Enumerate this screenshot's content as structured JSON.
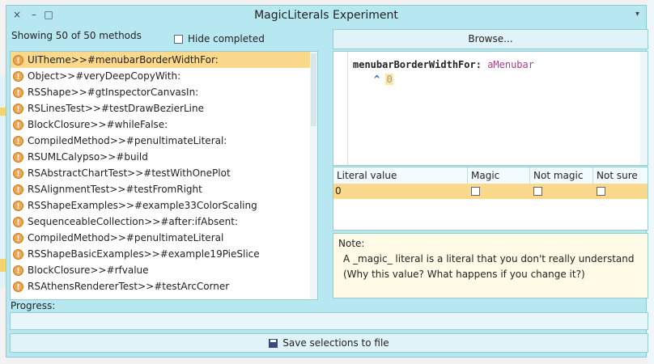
{
  "window": {
    "title": "MagicLiterals Experiment",
    "close_glyph": "×",
    "minimize_glyph": "–",
    "maximize_glyph": "□",
    "menu_glyph": "▾"
  },
  "status": {
    "showing": "Showing 50 of 50 methods"
  },
  "hide_completed": {
    "label": "Hide completed",
    "checked": false
  },
  "methods": [
    "UITheme>>#menubarBorderWidthFor:",
    "Object>>#veryDeepCopyWith:",
    "RSShape>>#gtInspectorCanvasIn:",
    "RSLinesTest>>#testDrawBezierLine",
    "BlockClosure>>#whileFalse:",
    "CompiledMethod>>#penultimateLiteral:",
    "RSUMLCalypso>>#build",
    "RSAbstractChartTest>>#testWithOnePlot",
    "RSAlignmentTest>>#testFromRight",
    "RSShapeExamples>>#example33ColorScaling",
    "SequenceableCollection>>#after:ifAbsent:",
    "CompiledMethod>>#penultimateLiteral",
    "RSShapeBasicExamples>>#example19PieSlice",
    "BlockClosure>>#rfvalue",
    "RSAthensRendererTest>>#testArcCorner"
  ],
  "warning_glyph": "!",
  "browse": {
    "label": "Browse..."
  },
  "code": {
    "selector": "menubarBorderWidthFor:",
    "argument": "aMenubar",
    "caret": "^",
    "literal": "0"
  },
  "table": {
    "headers": [
      "Literal value",
      "Magic",
      "Not magic",
      "Not sure"
    ],
    "rows": [
      {
        "value": "0",
        "magic": false,
        "not_magic": false,
        "not_sure": false
      }
    ]
  },
  "note": {
    "heading": "Note:",
    "line1": "A _magic_ literal is a literal that you don't really understand",
    "line2": "(Why this value? What happens if you change it?)"
  },
  "progress": {
    "label": "Progress:",
    "value": 0
  },
  "save": {
    "label": "Save selections to file",
    "icon": "save-icon"
  },
  "colors": {
    "window_bg": "#b7e8f2",
    "selection": "#fbd98c",
    "warning": "#f0a54c",
    "argument": "#b03a8e"
  }
}
